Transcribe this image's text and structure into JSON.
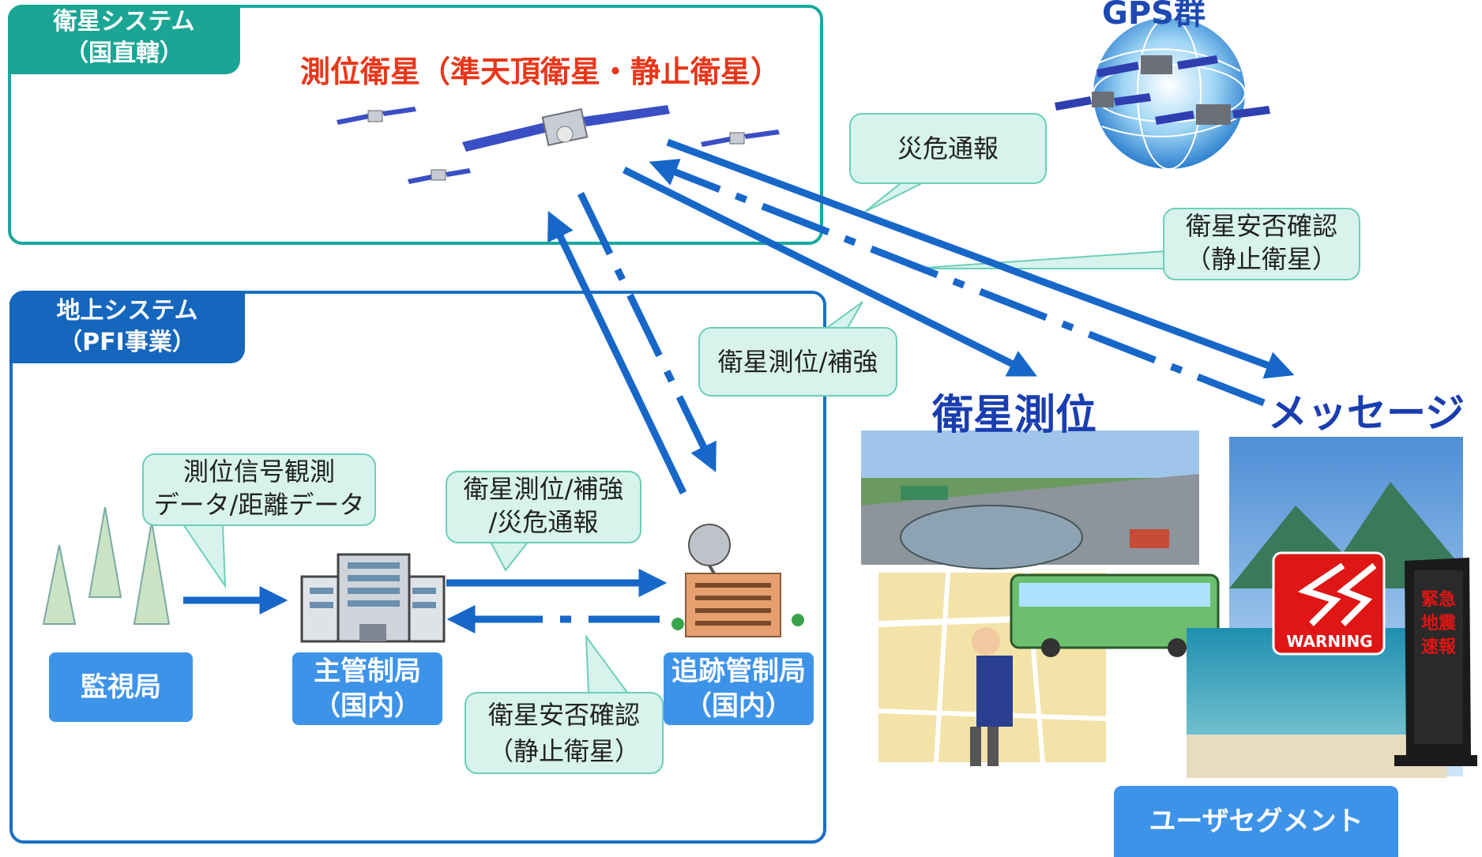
{
  "satellite_system": {
    "tab_line1": "衛星システム",
    "tab_line2": "（国直轄）",
    "heading": "測位衛星（準天頂衛星・静止衛星）"
  },
  "ground_system": {
    "tab_line1": "地上システム",
    "tab_line2": "（PFI事業）"
  },
  "gps_label": "GPS群",
  "callouts": {
    "disaster_report": "災危通報",
    "sat_safety_top_line1": "衛星安否確認",
    "sat_safety_top_line2": "（静止衛星）",
    "sat_pos_aug": "衛星測位/補強",
    "obs_data_line1": "測位信号観測",
    "obs_data_line2": "データ/距離データ",
    "uplink_line1": "衛星測位/補強",
    "uplink_line2": "/災危通報",
    "sat_safety_bottom_line1": "衛星安否確認",
    "sat_safety_bottom_line2": "（静止衛星）"
  },
  "stations": {
    "monitor": "監視局",
    "master_line1": "主管制局",
    "master_line2": "（国内）",
    "tracking_line1": "追跡管制局",
    "tracking_line2": "（国内）"
  },
  "user": {
    "positioning_label": "衛星測位",
    "message_label": "メッセージ",
    "segment_label": "ユーザセグメント",
    "warning_text": "WARNING",
    "sign_line1": "緊急",
    "sign_line2": "地震",
    "sign_line3": "速報"
  },
  "colors": {
    "sat_panel": "#19a99c",
    "ground_panel": "#1a6fc2",
    "arrow_blue": "#1767c8",
    "heading_red": "#e8371a",
    "label_blue": "#1a3eb0",
    "callout_fill": "#d7f3ec",
    "station_box": "#3d93e8"
  }
}
